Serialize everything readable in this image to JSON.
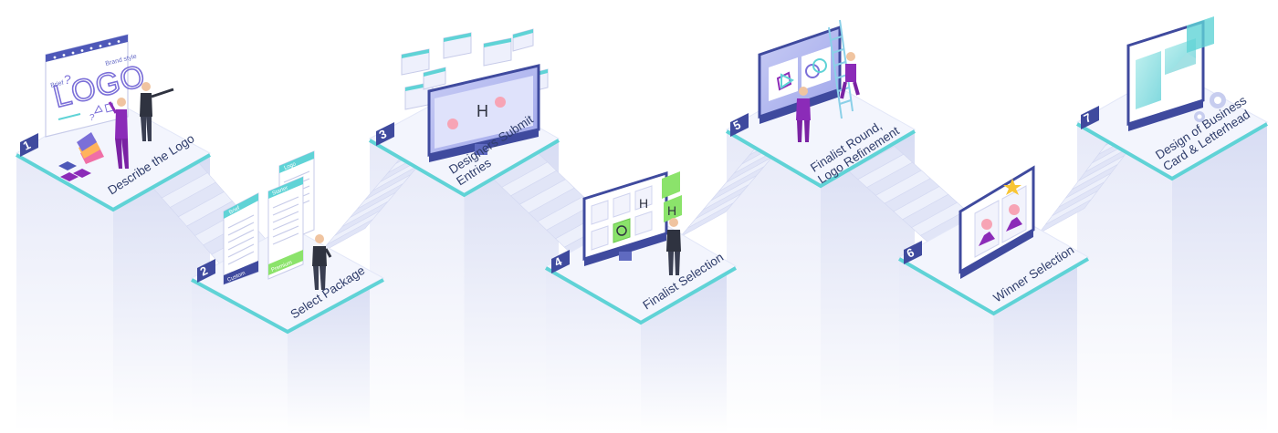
{
  "colors": {
    "accent_teal": "#5fd3d6",
    "navy": "#3f4a9e",
    "purple": "#8b2bb8",
    "platform_top": "#f3f5fd",
    "pillar": "#e8ebf8",
    "stair": "#e4e8f9",
    "green": "#8be36b"
  },
  "steps": [
    {
      "number": "1",
      "label": "Describe the Logo"
    },
    {
      "number": "2",
      "label": "Select Package"
    },
    {
      "number": "3",
      "label_lines": [
        "Designers Submit",
        "Entries"
      ]
    },
    {
      "number": "4",
      "label": "Finalist Selection"
    },
    {
      "number": "5",
      "label_lines": [
        "Finalist Round,",
        "Logo Refinement"
      ]
    },
    {
      "number": "6",
      "label": "Winner Selection"
    },
    {
      "number": "7",
      "label_lines": [
        "Design of Business",
        "Card & Letterhead"
      ]
    }
  ],
  "illustrations": {
    "brief_board": {
      "logo_word": "LOGO",
      "brief_word": "Brief",
      "brand_word": "Brand style"
    },
    "packages": {
      "doc1_title": "Brief",
      "doc2_title": "Logo",
      "doc3_title": "Starter",
      "doc4_title": "Premium",
      "doc_footer": "Custom"
    },
    "winner_icon": "star-icon",
    "gear_icon": "gear-icon"
  }
}
